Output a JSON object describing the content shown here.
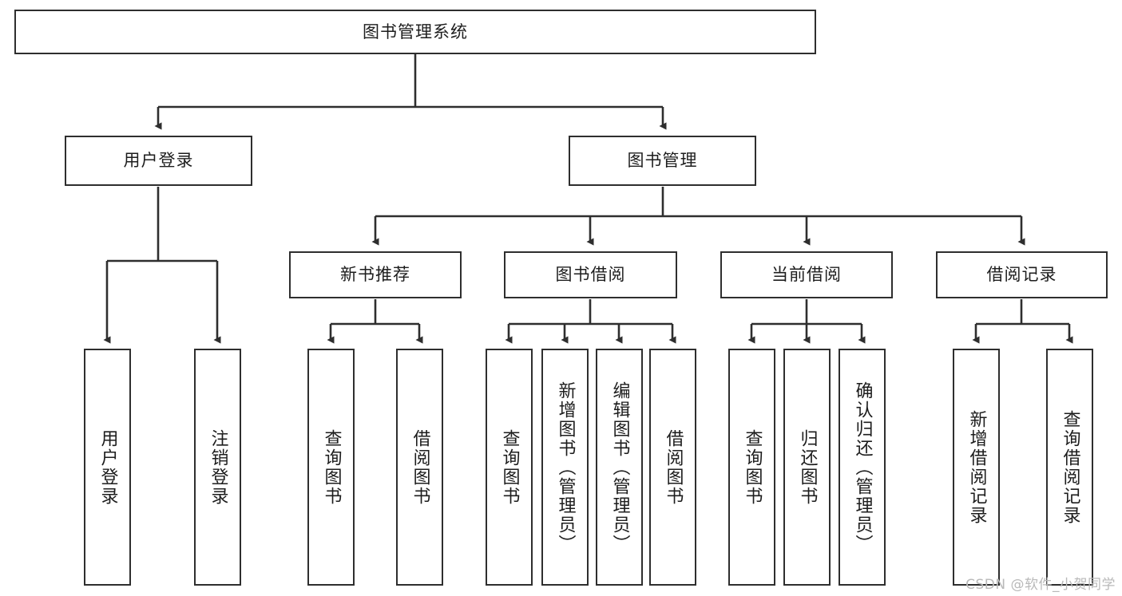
{
  "diagram": {
    "type": "tree",
    "title": "图书管理系统",
    "root": {
      "id": "root",
      "label": "图书管理系统",
      "orientation": "horizontal"
    },
    "level2": [
      {
        "id": "user-login",
        "label": "用户登录",
        "orientation": "horizontal"
      },
      {
        "id": "book-manage",
        "label": "图书管理",
        "orientation": "horizontal"
      }
    ],
    "level3": [
      {
        "id": "new-book-recommend",
        "label": "新书推荐",
        "orientation": "horizontal",
        "parent": "book-manage"
      },
      {
        "id": "book-borrow",
        "label": "图书借阅",
        "orientation": "horizontal",
        "parent": "book-manage"
      },
      {
        "id": "current-borrow",
        "label": "当前借阅",
        "orientation": "horizontal",
        "parent": "book-manage"
      },
      {
        "id": "borrow-record",
        "label": "借阅记录",
        "orientation": "horizontal",
        "parent": "book-manage"
      }
    ],
    "leaves": [
      {
        "id": "leaf-user-login",
        "label": "用户登录",
        "parent": "user-login"
      },
      {
        "id": "leaf-user-logout",
        "label": "注销登录",
        "parent": "user-login"
      },
      {
        "id": "leaf-query-book-1",
        "label": "查询图书",
        "parent": "new-book-recommend"
      },
      {
        "id": "leaf-borrow-book-1",
        "label": "借阅图书",
        "parent": "new-book-recommend"
      },
      {
        "id": "leaf-query-book-2",
        "label": "查询图书",
        "parent": "book-borrow"
      },
      {
        "id": "leaf-add-book",
        "label": "新增图书（管理员）",
        "parent": "book-borrow"
      },
      {
        "id": "leaf-edit-book",
        "label": "编辑图书（管理员）",
        "parent": "book-borrow"
      },
      {
        "id": "leaf-borrow-book-2",
        "label": "借阅图书",
        "parent": "book-borrow"
      },
      {
        "id": "leaf-query-book-3",
        "label": "查询图书",
        "parent": "current-borrow"
      },
      {
        "id": "leaf-return-book",
        "label": "归还图书",
        "parent": "current-borrow"
      },
      {
        "id": "leaf-confirm-return",
        "label": "确认归还（管理员）",
        "parent": "current-borrow"
      },
      {
        "id": "leaf-add-record",
        "label": "新增借阅记录",
        "parent": "borrow-record"
      },
      {
        "id": "leaf-query-record",
        "label": "查询借阅记录",
        "parent": "borrow-record"
      }
    ],
    "colors": {
      "stroke": "#2e2e2e",
      "fill": "#ffffff",
      "text": "#1d1d1d",
      "watermark": "#b9b9b9"
    }
  },
  "watermark": {
    "text": "CSDN @软件_小贺同学"
  }
}
